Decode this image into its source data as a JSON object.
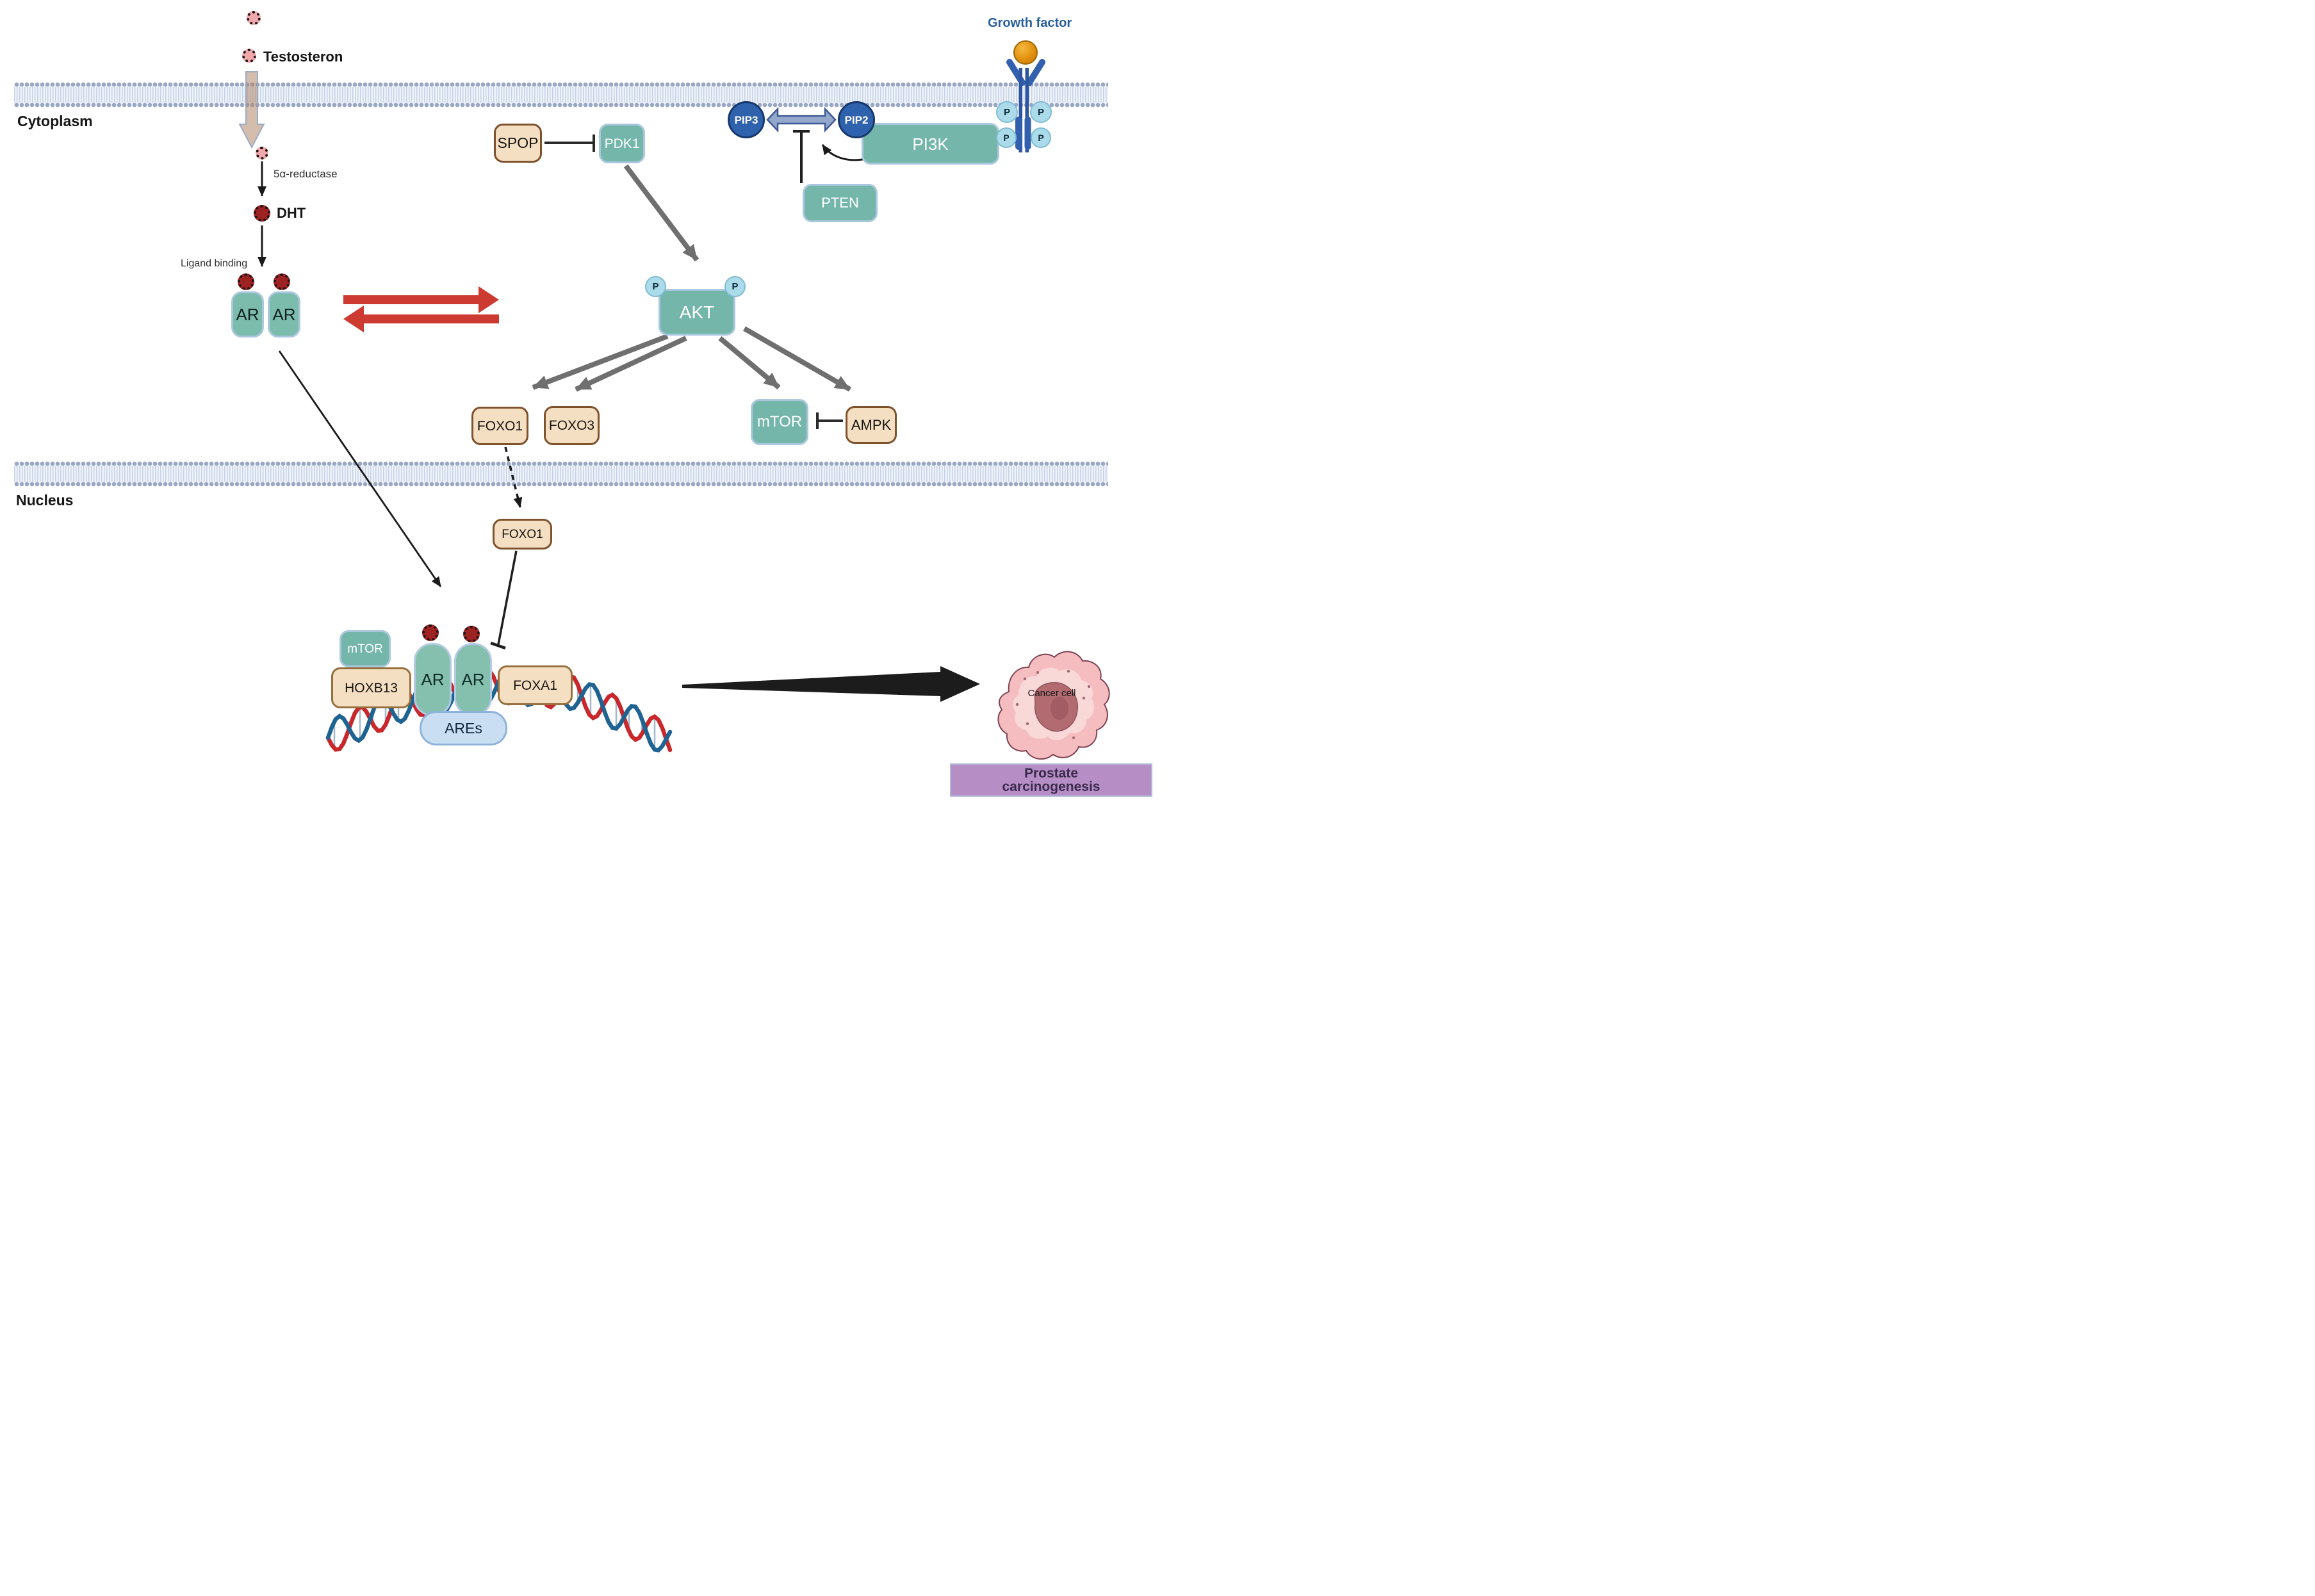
{
  "labels": {
    "cytoplasm": "Cytoplasm",
    "nucleus": "Nucleus",
    "testosterone": "Testosteron",
    "reductase": "5α-reductase",
    "dht": "DHT",
    "ligand_binding": "Ligand binding",
    "growth_factor": "Growth factor",
    "cancer_cell": "Cancer cell",
    "phosphate": "P"
  },
  "nodes": {
    "spop": "SPOP",
    "pdk1": "PDK1",
    "pip3": "PIP3",
    "pip2": "PIP2",
    "pten": "PTEN",
    "pi3k": "PI3K",
    "akt": "AKT",
    "ar": "AR",
    "foxo1": "FOXO1",
    "foxo3": "FOXO3",
    "mtor": "mTOR",
    "ampk": "AMPK",
    "foxo1_nuclear": "FOXO1",
    "mtor_nuclear": "mTOR",
    "hoxb13": "HOXB13",
    "foxa1": "FOXA1",
    "ares": "AREs"
  },
  "outcome": {
    "line1": "Prostate",
    "line2": "carcinogenesis"
  },
  "colors": {
    "teal": "#74b6aa",
    "teal_border": "#abc7de",
    "tan": "#f4dfc3",
    "tan_border": "#7e522c",
    "blue_circle": "#2f62ad",
    "phosphate_fill": "#abdbe9",
    "red_arrow": "#cd3a32",
    "gray_arrow": "#6f6f6f",
    "black": "#1a1a1a",
    "dna_red": "#c8272b",
    "dna_blue": "#1f6391",
    "rung": "#8aa4bd",
    "purple_box": "#b78dc6",
    "growth_factor_text": "#2a6099",
    "receptor_blue": "#3260ae",
    "dht_fill": "#9e2222",
    "testosterone_fill": "#efa9ac"
  }
}
